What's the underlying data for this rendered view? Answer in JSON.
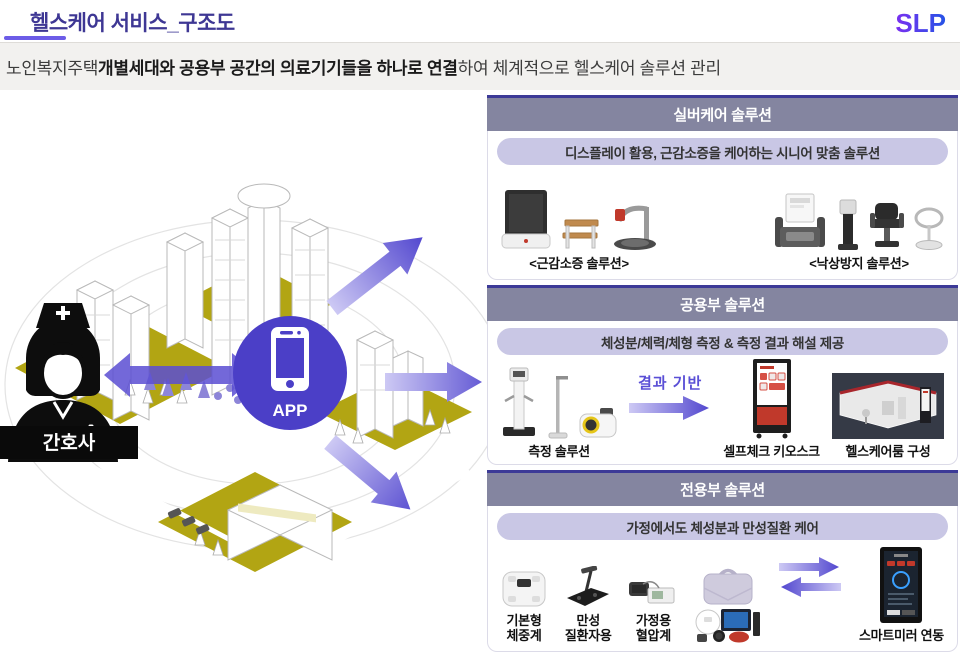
{
  "header": {
    "title": "헬스케어 서비스_구조도",
    "logo": "SLP"
  },
  "subtitle": {
    "pre": "노인복지주택 ",
    "bold": "개별세대와 공용부 공간의 의료기기들을 하나로 연결",
    "post": "하여 체계적으로 헬스케어 솔루션 관리"
  },
  "illustration": {
    "nurse_label": "간호사",
    "app_label": "APP"
  },
  "panels": {
    "silvercare": {
      "title": "실버케어 솔루션",
      "pill": "디스플레이 활용, 근감소증을 케어하는 시니어 맞춤 솔루션",
      "group1_label": "<근감소증 솔루션>",
      "group2_label": "<낙상방지 솔루션>"
    },
    "common": {
      "title": "공용부 솔루션",
      "pill": "체성분/체력/체형 측정 & 측정 결과 해설 제공",
      "arrow_label": "결과 기반",
      "item1_label": "측정 솔루션",
      "item2_label": "셀프체크 키오스크",
      "item3_label": "헬스케어룸 구성"
    },
    "private": {
      "title": "전용부 솔루션",
      "pill": "가정에서도 체성분과 만성질환 케어",
      "item1_line1": "기본형",
      "item1_line2": "체중계",
      "item2_line1": "만성",
      "item2_line2": "질환자용",
      "item3_line1": "가정용",
      "item3_line2": "혈압계",
      "item4_label": "스마트미러 연동"
    }
  },
  "colors": {
    "accent_purple": "#5a4fd6",
    "title_indigo": "#3e3794",
    "panel_header_bg": "#8485a0",
    "panel_top_border": "#3c3a97",
    "pill_bg": "#c9c7e5",
    "app_circle": "#4b3fc7",
    "city_olive": "#b2a513",
    "logo_gradient_start": "#7b2ff0",
    "logo_gradient_end": "#2453e6"
  }
}
